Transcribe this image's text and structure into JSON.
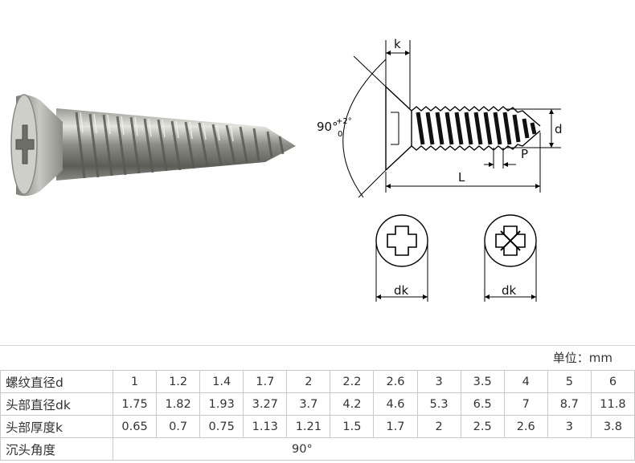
{
  "drawing": {
    "k": "k",
    "d": "d",
    "P": "P",
    "L": "L",
    "angle_main": "90°",
    "angle_tol_upper": "+2°",
    "angle_tol_lower": "0",
    "dk_left": "dk",
    "dk_right": "dk"
  },
  "unit_label": "单位：mm",
  "table": {
    "rows": [
      {
        "header": "螺纹直径d",
        "values": [
          "1",
          "1.2",
          "1.4",
          "1.7",
          "2",
          "2.2",
          "2.6",
          "3",
          "3.5",
          "4",
          "5",
          "6"
        ]
      },
      {
        "header": "头部直径dk",
        "values": [
          "1.75",
          "1.82",
          "1.93",
          "3.27",
          "3.7",
          "4.2",
          "4.6",
          "5.3",
          "6.5",
          "7",
          "8.7",
          "11.8"
        ]
      },
      {
        "header": "头部厚度k",
        "values": [
          "0.65",
          "0.7",
          "0.75",
          "1.13",
          "1.21",
          "1.5",
          "1.7",
          "2",
          "2.5",
          "2.6",
          "3",
          "3.8"
        ]
      }
    ],
    "angle_row": {
      "header": "沉头角度",
      "value": "90°"
    }
  }
}
